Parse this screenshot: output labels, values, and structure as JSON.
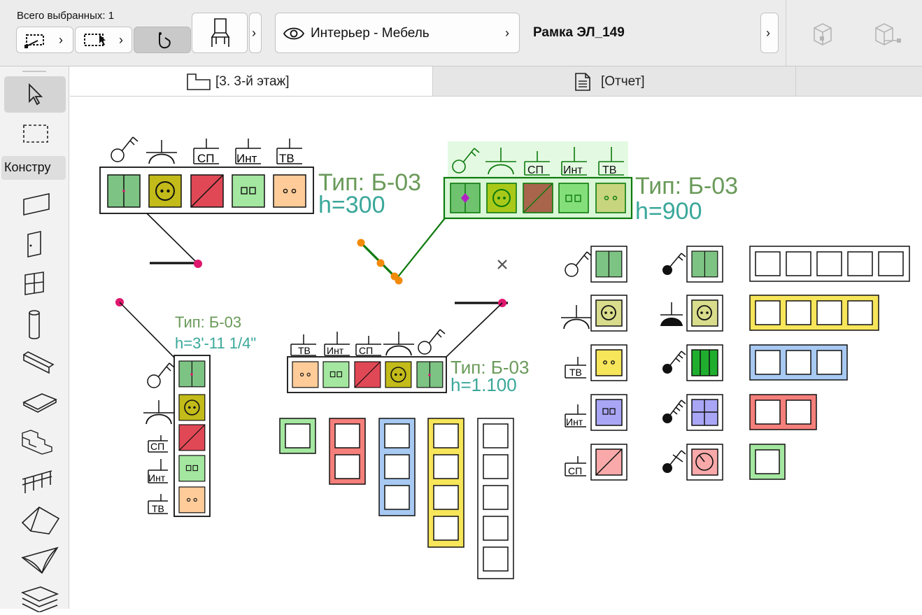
{
  "toolbar": {
    "selection_count_label": "Всего выбранных: 1",
    "layer_label": "Интерьер - Мебель",
    "element_name": "Рамка ЭЛ_149"
  },
  "tabs": [
    {
      "label": "[3. 3-й этаж]",
      "icon": "plan-icon",
      "active": true
    },
    {
      "label": "[Отчет]",
      "icon": "document-icon",
      "active": false
    }
  ],
  "toolbox": {
    "section_label": "Констру",
    "tools": [
      "arrow-tool-icon",
      "marquee-tool-icon",
      "wall-tool-icon",
      "door-tool-icon",
      "window-tool-icon",
      "column-tool-icon",
      "beam-tool-icon",
      "slab-tool-icon",
      "stair-tool-icon",
      "railing-tool-icon",
      "roof-tool-icon",
      "shell-tool-icon",
      "mesh-tool-icon"
    ]
  },
  "symbols": {
    "sp": "СП",
    "int": "Инт",
    "tv": "ТВ"
  },
  "labels": {
    "b1_type": "Тип: Б-03",
    "b1_h": "h=300",
    "b2_type": "Тип: Б-03",
    "b2_h": "h=900",
    "b3_type": "Тип: Б-03",
    "b3_h": "h=3'-11 1/4\"",
    "b4_type": "Тип: Б-03",
    "b4_h": "h=1.100"
  },
  "colors": {
    "switch_green": "#7dc383",
    "socket_olive": "#c2bb1a",
    "red": "#e04855",
    "light_green": "#a4e7a0",
    "peach": "#ffcc99",
    "yellow": "#f7e55a",
    "blue": "#a7c9f2",
    "salmon": "#f57f7b",
    "violet": "#a9a6f6",
    "pink": "#f9a9a9",
    "label_green": "#6a9a5a",
    "label_teal": "#3aa79a",
    "selection_green": "#0d7a0d",
    "accent_magenta": "#e0176e"
  }
}
